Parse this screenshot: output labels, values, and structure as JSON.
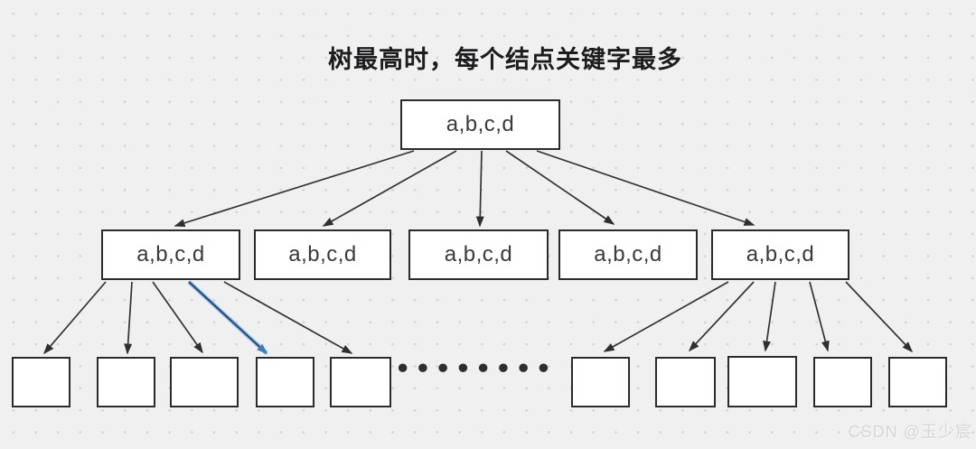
{
  "title": "树最高时，每个结点关键字最多",
  "tree": {
    "root_label": "a,b,c,d",
    "internal_labels": [
      "a,b,c,d",
      "a,b,c,d",
      "a,b,c,d",
      "a,b,c,d",
      "a,b,c,d"
    ],
    "leaf_count_left": 5,
    "leaf_count_right": 5
  },
  "ellipsis": "••••••••",
  "watermark": "CSDN @玉少宸",
  "colors": {
    "background": "#f0f0f1",
    "grid_dot": "#d4d4d8",
    "node_border": "#2b2b2b",
    "node_fill": "#ffffff",
    "edge": "#333333",
    "highlight_edge": "#4a8fd0",
    "highlight_edge_core": "#1c3a5e"
  }
}
